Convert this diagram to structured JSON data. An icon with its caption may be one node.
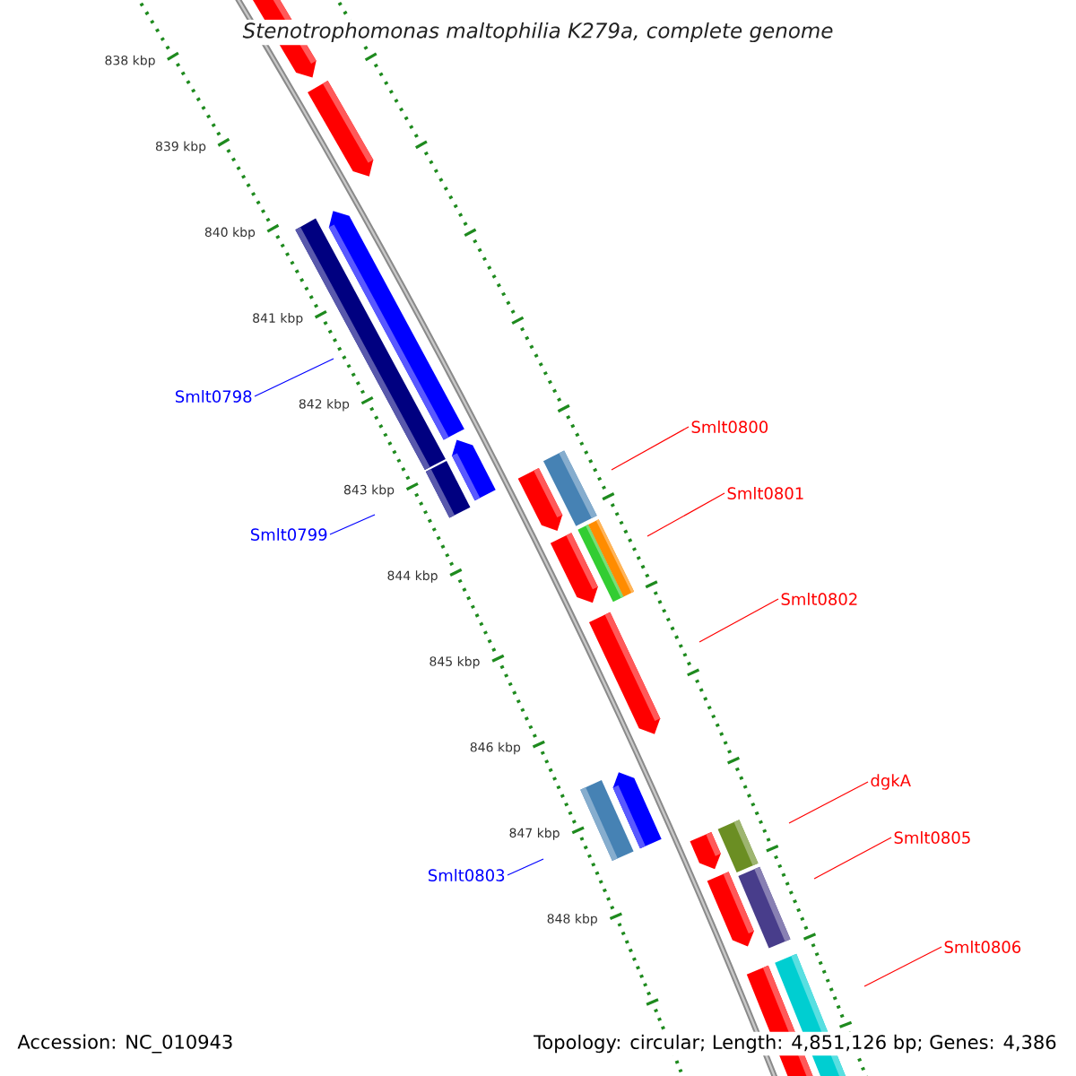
{
  "diagram": {
    "title": "*Stenotrophomonas maltophilia* K279a, complete genome",
    "nodes": [
      {
        "text": [
          "Smlt0798"
        ]
      },
      {
        "text": [
          "Smlt0800"
        ]
      },
      {
        "text": [
          "Smlt0801"
        ]
      },
      {
        "text": [
          "Smlt0799"
        ]
      },
      {
        "text": [
          "Smlt0802"
        ]
      },
      {
        "text": [
          "dgkA"
        ]
      },
      {
        "text": [
          "Smlt0805"
        ]
      },
      {
        "text": [
          "Smlt0803"
        ]
      },
      {
        "text": [
          "Smlt0806"
        ]
      }
    ],
    "edges": [
      {
        "from": 0,
        "to": null,
        "arrow": "none",
        "color": "#0000ff"
      },
      {
        "from": 1,
        "to": null,
        "arrow": "none"
      },
      {
        "from": 2,
        "to": null,
        "arrow": "none"
      },
      {
        "from": 3,
        "to": null,
        "arrow": "none",
        "color": "#0000ff"
      },
      {
        "from": 4,
        "to": null,
        "arrow": "none"
      },
      {
        "from": 5,
        "to": null,
        "arrow": "none"
      },
      {
        "from": 6,
        "to": null,
        "arrow": "none"
      },
      {
        "from": 7,
        "to": null,
        "arrow": "none",
        "color": "#0000ff"
      },
      {
        "from": 8,
        "to": null,
        "arrow": "none"
      }
    ],
    "labels": [
      "838 kbp",
      "839 kbp",
      "840 kbp",
      "841 kbp",
      "842 kbp",
      "843 kbp",
      "844 kbp",
      "845 kbp",
      "846 kbp",
      "847 kbp",
      "848 kbp",
      "Accession: NC_010943",
      "Topology: circular; Length: 4,851,126 bp; Genes: 4,386"
    ]
  }
}
